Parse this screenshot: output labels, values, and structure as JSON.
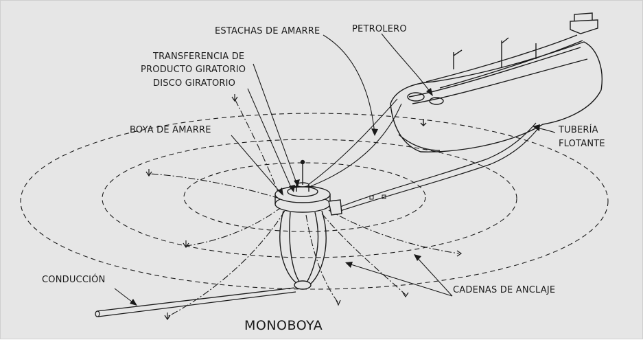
{
  "labels": {
    "estachas": "ESTACHAS DE AMARRE",
    "petrolero": "PETROLERO",
    "transferencia_line1": "TRANSFERENCIA DE",
    "transferencia_line2": "PRODUCTO GIRATORIO",
    "disco": "DISCO GIRATORIO",
    "boya": "BOYA DE AMARRE",
    "tuberia_line1": "TUBERÍA",
    "tuberia_line2": "FLOTANTE",
    "conduccion": "CONDUCCIÓN",
    "cadenas": "CADENAS DE ANCLAJE"
  },
  "caption": "MONOBOYA"
}
